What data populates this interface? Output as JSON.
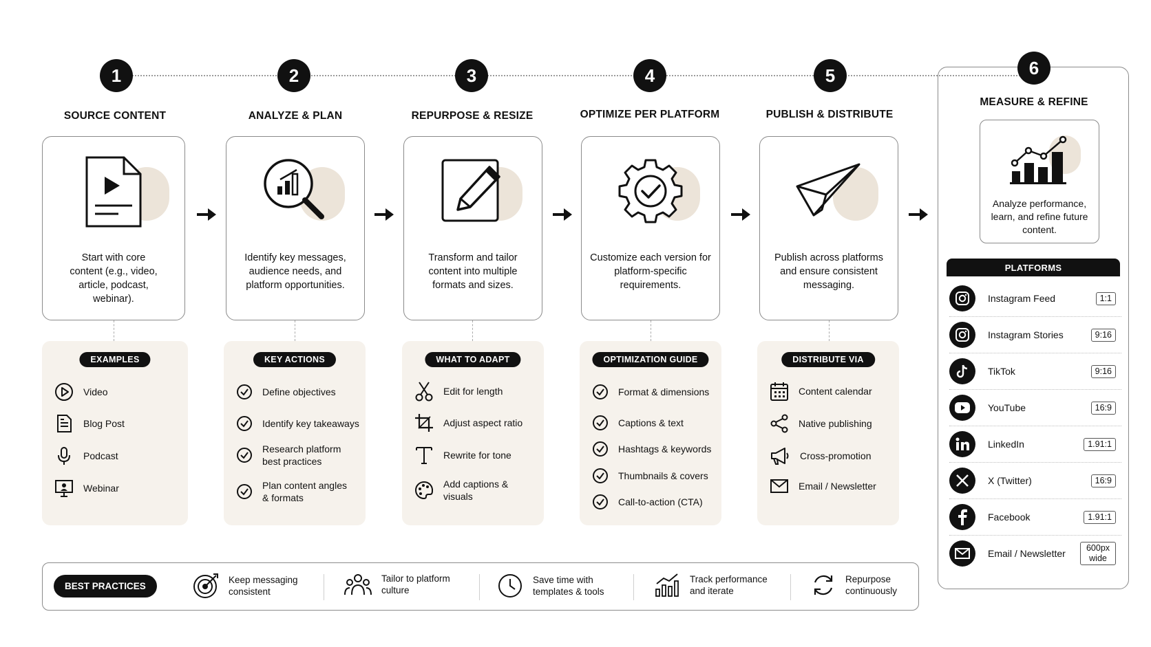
{
  "steps": [
    {
      "num": "1",
      "title": "SOURCE CONTENT",
      "desc": "Start with core content (e.g., video, article, podcast, webinar).",
      "icon": "video-document-icon"
    },
    {
      "num": "2",
      "title": "ANALYZE & PLAN",
      "desc": "Identify key messages, audience needs, and platform opportunities.",
      "icon": "magnifier-chart-icon"
    },
    {
      "num": "3",
      "title": "REPURPOSE & RESIZE",
      "desc": "Transform and tailor content into multiple formats and sizes.",
      "icon": "pencil-edit-icon"
    },
    {
      "num": "4",
      "title": "OPTIMIZE PER PLATFORM",
      "desc": "Customize each version for platform-specific requirements.",
      "icon": "gear-check-icon"
    },
    {
      "num": "5",
      "title": "PUBLISH & DISTRIBUTE",
      "desc": "Publish across platforms and ensure consistent messaging.",
      "icon": "paper-plane-icon"
    },
    {
      "num": "6",
      "title": "MEASURE & REFINE",
      "desc": "Analyze performance, learn, and refine future content.",
      "icon": "growth-chart-icon"
    }
  ],
  "panels": [
    {
      "title": "EXAMPLES",
      "items": [
        {
          "label": "Video",
          "icon": "play-circle-icon"
        },
        {
          "label": "Blog Post",
          "icon": "document-icon"
        },
        {
          "label": "Podcast",
          "icon": "microphone-icon"
        },
        {
          "label": "Webinar",
          "icon": "presentation-icon"
        }
      ]
    },
    {
      "title": "KEY ACTIONS",
      "items": [
        {
          "label": "Define objectives",
          "icon": "check-circle-icon"
        },
        {
          "label": "Identify key takeaways",
          "icon": "check-circle-icon"
        },
        {
          "label": "Research platform best practices",
          "icon": "check-circle-icon"
        },
        {
          "label": "Plan content angles & formats",
          "icon": "check-circle-icon"
        }
      ]
    },
    {
      "title": "WHAT TO ADAPT",
      "items": [
        {
          "label": "Edit for length",
          "icon": "scissors-icon"
        },
        {
          "label": "Adjust aspect ratio",
          "icon": "crop-icon"
        },
        {
          "label": "Rewrite for tone",
          "icon": "text-icon"
        },
        {
          "label": "Add captions & visuals",
          "icon": "palette-icon"
        }
      ]
    },
    {
      "title": "OPTIMIZATION GUIDE",
      "items": [
        {
          "label": "Format & dimensions",
          "icon": "check-circle-icon"
        },
        {
          "label": "Captions & text",
          "icon": "check-circle-icon"
        },
        {
          "label": "Hashtags & keywords",
          "icon": "check-circle-icon"
        },
        {
          "label": "Thumbnails & covers",
          "icon": "check-circle-icon"
        },
        {
          "label": "Call-to-action (CTA)",
          "icon": "check-circle-icon"
        }
      ]
    },
    {
      "title": "DISTRIBUTE VIA",
      "items": [
        {
          "label": "Content calendar",
          "icon": "calendar-icon"
        },
        {
          "label": "Native publishing",
          "icon": "share-icon"
        },
        {
          "label": "Cross-promotion",
          "icon": "megaphone-icon"
        },
        {
          "label": "Email / Newsletter",
          "icon": "envelope-icon"
        }
      ]
    }
  ],
  "best_practices": {
    "title": "BEST PRACTICES",
    "items": [
      {
        "label": "Keep messaging consistent",
        "icon": "target-icon"
      },
      {
        "label": "Tailor to platform culture",
        "icon": "people-icon"
      },
      {
        "label": "Save time with templates & tools",
        "icon": "clock-icon"
      },
      {
        "label": "Track performance and iterate",
        "icon": "trend-chart-icon"
      },
      {
        "label": "Repurpose continuously",
        "icon": "refresh-icon"
      }
    ]
  },
  "platforms": {
    "title": "PLATFORMS",
    "items": [
      {
        "name": "Instagram Feed",
        "ratio": "1:1",
        "icon": "instagram-icon"
      },
      {
        "name": "Instagram Stories",
        "ratio": "9:16",
        "icon": "instagram-icon"
      },
      {
        "name": "TikTok",
        "ratio": "9:16",
        "icon": "tiktok-icon"
      },
      {
        "name": "YouTube",
        "ratio": "16:9",
        "icon": "youtube-icon"
      },
      {
        "name": "LinkedIn",
        "ratio": "1.91:1",
        "icon": "linkedin-icon"
      },
      {
        "name": "X (Twitter)",
        "ratio": "16:9",
        "icon": "x-icon"
      },
      {
        "name": "Facebook",
        "ratio": "1.91:1",
        "icon": "facebook-icon"
      },
      {
        "name": "Email / Newsletter",
        "ratio": "600px wide",
        "icon": "email-icon"
      }
    ]
  },
  "colors": {
    "accent": "#111111",
    "blob": "#ece4d9",
    "panel": "#f6f2ec",
    "border": "#8a8a8a"
  }
}
